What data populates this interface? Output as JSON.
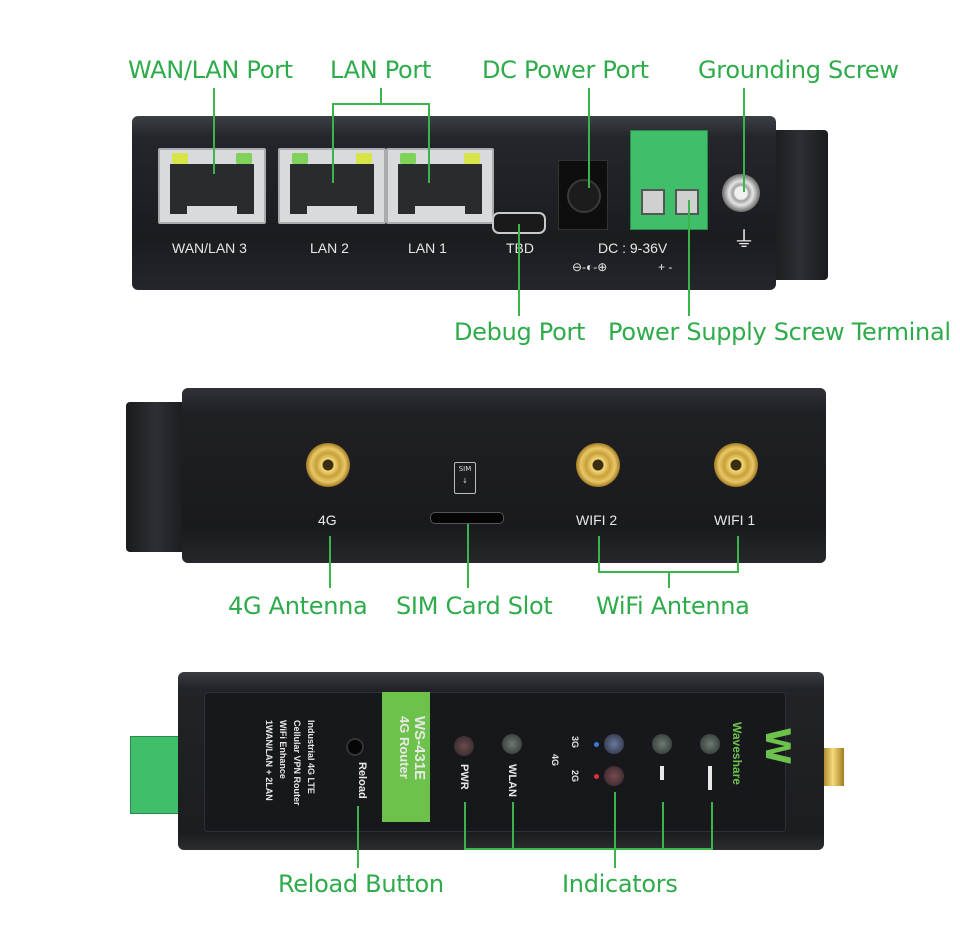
{
  "callouts": {
    "wan_lan_port": "WAN/LAN Port",
    "lan_port": "LAN Port",
    "dc_power_port": "DC Power Port",
    "grounding_screw": "Grounding Screw",
    "debug_port": "Debug Port",
    "power_supply_terminal": "Power Supply Screw Terminal",
    "antenna_4g": "4G Antenna",
    "sim_card_slot": "SIM Card Slot",
    "wifi_antenna": "WiFi Antenna",
    "reload_button": "Reload Button",
    "indicators": "Indicators"
  },
  "front_panel": {
    "port_wan_lan3": "WAN/LAN 3",
    "port_lan2": "LAN 2",
    "port_lan1": "LAN 1",
    "port_tbd": "TBD",
    "dc_label": "DC : 9-36V",
    "polarity": "+   -"
  },
  "antenna_panel": {
    "label_4g": "4G",
    "label_wifi2": "WIFI 2",
    "label_wifi1": "WIFI 1",
    "sim_label": "SIM"
  },
  "top_panel": {
    "features": [
      "Industrial 4G LTE",
      "Cellular VPN Router",
      "WiFi Enhance",
      "1WAN/LAN + 2LAN"
    ],
    "reload_label": "Reload",
    "model": "WS-431E",
    "model_sub": "4G Router",
    "pwr_label": "PWR",
    "wlan_label": "WLAN",
    "net_4g": "4G",
    "net_3g": "3G",
    "net_2g": "2G",
    "brand": "Waveshare"
  },
  "colors": {
    "callout_green": "#2eab4a",
    "terminal_green": "#3fbf6a",
    "model_label_bg": "#6cc24a"
  }
}
